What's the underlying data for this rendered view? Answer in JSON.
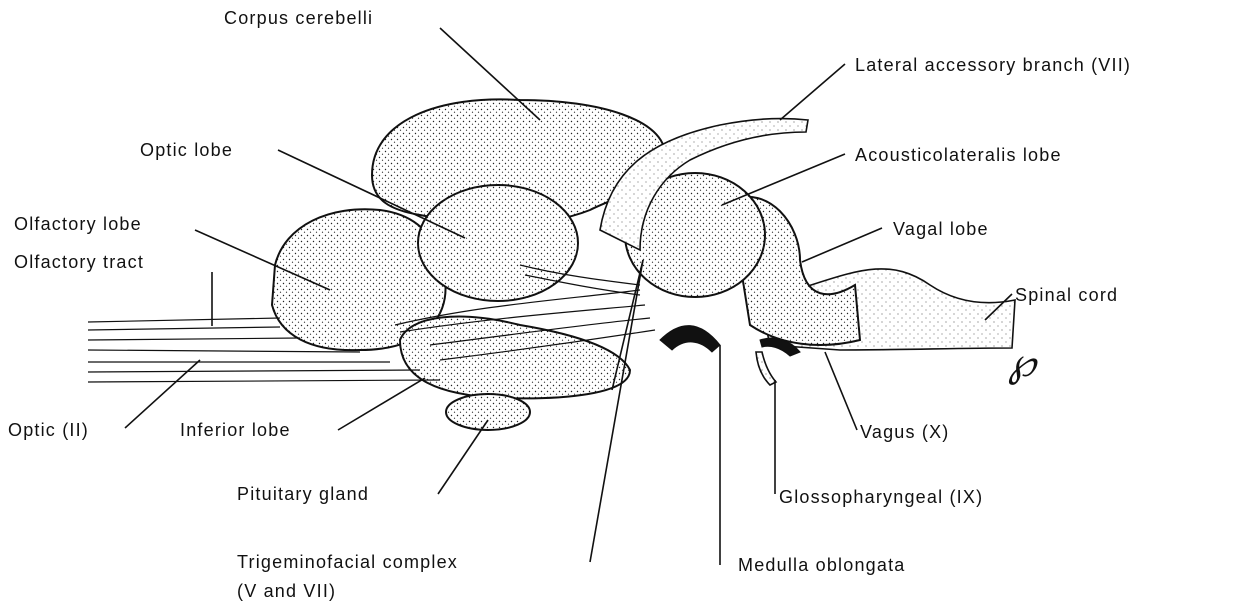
{
  "labels": {
    "corpus_cerebelli": "Corpus cerebelli",
    "lateral_accessory_branch": "Lateral accessory branch (VII)",
    "optic_lobe": "Optic lobe",
    "acousticolateralis_lobe": "Acousticolateralis lobe",
    "olfactory_lobe": "Olfactory lobe",
    "olfactory_tract": "Olfactory tract",
    "vagal_lobe": "Vagal lobe",
    "spinal_cord": "Spinal cord",
    "optic_nerve": "Optic (II)",
    "inferior_lobe": "Inferior lobe",
    "vagus": "Vagus (X)",
    "pituitary_gland": "Pituitary gland",
    "glossopharyngeal": "Glossopharyngeal (IX)",
    "trigeminofacial_line1": "Trigeminofacial complex",
    "trigeminofacial_line2": "(V and VII)",
    "medulla_oblongata": "Medulla oblongata"
  },
  "colors": {
    "ink": "#111111",
    "paper": "#ffffff"
  },
  "signature_mark": "artist-monogram"
}
